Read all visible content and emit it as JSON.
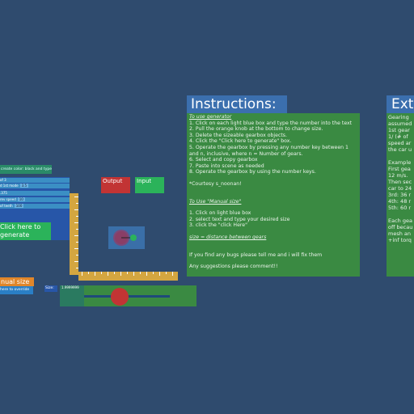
{
  "instructions": {
    "title": "Instructions:",
    "generator_heading": "To use generator",
    "generator_steps": [
      "1. Click on each light blue box and type the number into the text",
      "2. Pull the orange knob at the bottom to change size.",
      "3. Delete the sizeable gearbox objects.",
      "4. Click the \"Click here to generate\" box.",
      "5. Operate the gearbox by pressing any number key between 1",
      "and n, inclusive, where n = Number of gears.",
      "6. Select and copy gearbox",
      "7. Paste into scene as needed",
      "8. Operate the gearbox by using the number keys."
    ],
    "courtesy": "*Courtesy s_noonan!",
    "manual_heading": "To Use \"Manual size\"",
    "manual_steps": [
      "1. Click on light blue box",
      "2. select text and type your desired size",
      "3. click the \"click Here\""
    ],
    "size_note": "size = distance between gears",
    "footer_lines": [
      "If you find any bugs please tell me and i will fix them",
      "Any suggestions please comment!!"
    ]
  },
  "extra": {
    "title": "Extra",
    "lines_a": [
      "Gearing",
      "assumed",
      "1st gear",
      "1/ (# of",
      "speed ar",
      "the car u"
    ],
    "lines_b": [
      "Example",
      "First gea",
      "12 m/s.",
      "Then sec",
      "car to 24",
      "3rd: 36 r",
      "4th: 48 r",
      "5th: 60 r"
    ],
    "lines_c": [
      "Each gea",
      "off becau",
      "mesh an",
      "+inf torq"
    ]
  },
  "left_controls": {
    "top_bar": "create color: black and type",
    "params": [
      {
        "label": "of 3",
        "value": ""
      },
      {
        "label": "d 1st mode",
        "value": "3.5"
      },
      {
        "label": ".375",
        "value": ""
      },
      {
        "label": "rev speed",
        "value": "10"
      },
      {
        "label": "of teeth",
        "value": "100"
      }
    ],
    "generate_label": "Click here to generate",
    "manual_title": "nual size",
    "manual_sub": "here to override"
  },
  "output_label": "Output",
  "input_label": "Input",
  "size": {
    "label": "Size:",
    "value": "1.9999999"
  },
  "colors": {
    "background": "#2f4b6e",
    "panel_green": "#3a8a42",
    "title_blue": "#3b6fae",
    "output_red": "#c23434",
    "input_green": "#2bb35a",
    "ruler_gold": "#d4a640",
    "manual_orange": "#e0862a"
  }
}
